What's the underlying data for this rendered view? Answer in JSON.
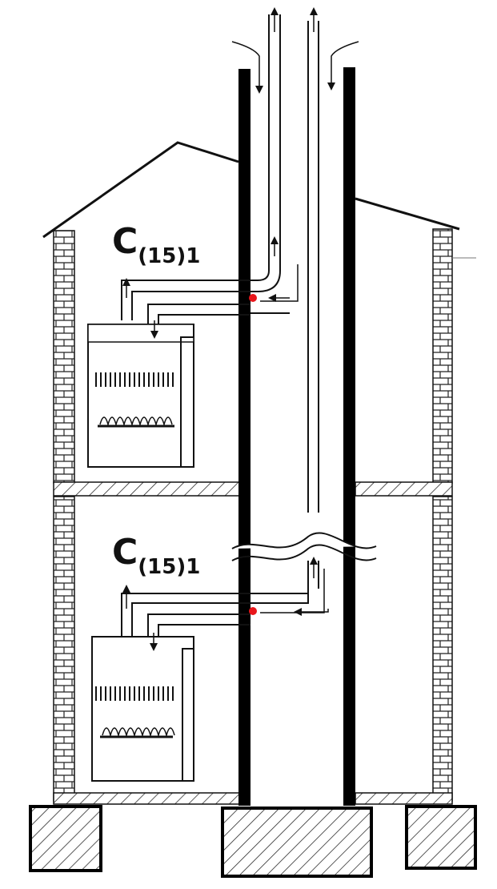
{
  "labels": {
    "upper": {
      "main": "C",
      "sub": "(15)1"
    },
    "lower": {
      "main": "C",
      "sub": "(15)1"
    }
  },
  "colors": {
    "line": "#111111",
    "chimney_wall": "#000000",
    "sensor_dot": "#e8161b",
    "background": "#ffffff"
  }
}
